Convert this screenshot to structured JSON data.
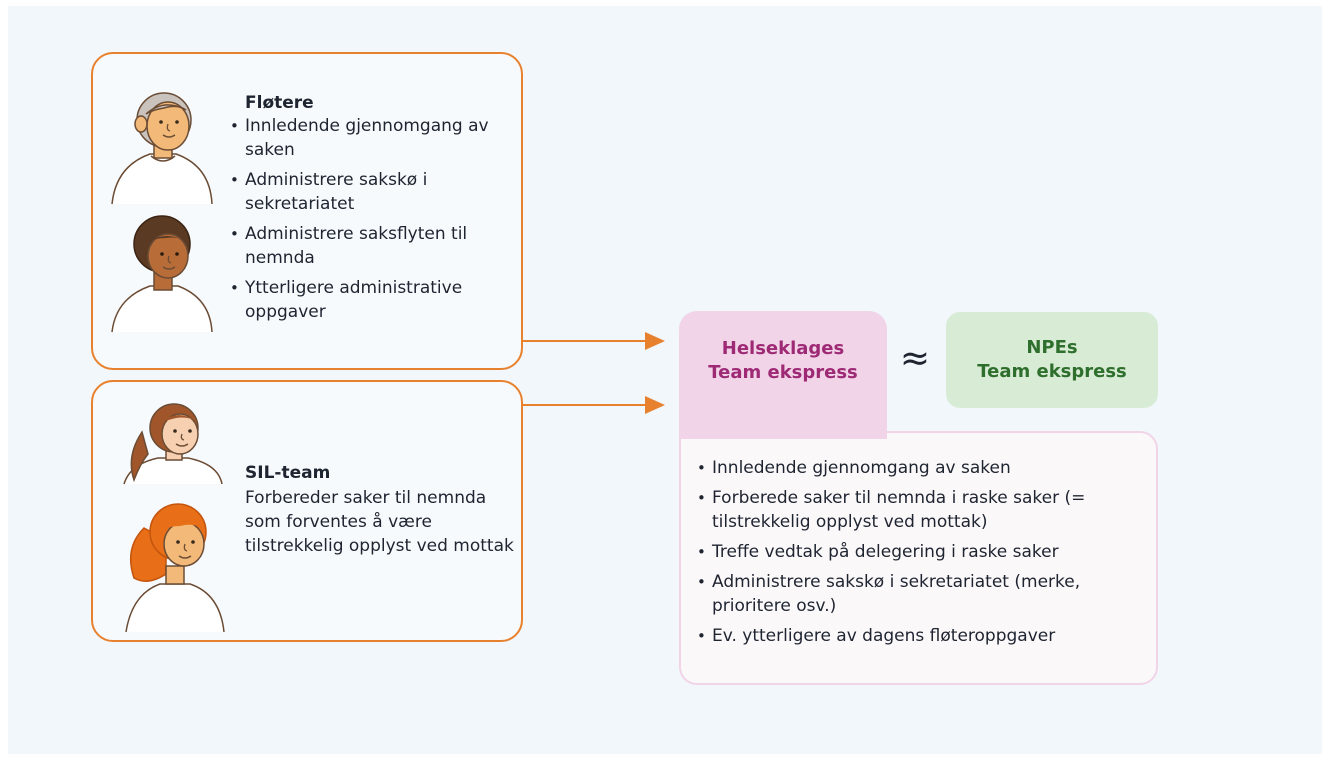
{
  "flotere": {
    "title": "Fløtere",
    "items": [
      "Innledende gjennomgang av saken",
      "Administrere sakskø i sekretariatet",
      "Administrere saksflyten til nemnda",
      "Ytterligere administrative oppgaver"
    ]
  },
  "sil": {
    "title": "SIL-team",
    "description": "Forbereder saker til nemnda som forventes å være tilstrekkelig opplyst ved mottak"
  },
  "helseklage": {
    "title_line1": "Helseklages",
    "title_line2": "Team ekspress",
    "items": [
      "Innledende gjennomgang av saken",
      "Forberede saker til nemnda i raske saker (= tilstrekkelig opplyst ved mottak)",
      "Treffe vedtak på delegering i raske saker",
      "Administrere sakskø i sekretariatet (merke, prioritere osv.)",
      "Ev. ytterligere av dagens fløteroppgaver"
    ]
  },
  "approx_symbol": "≈",
  "npe": {
    "title_line1": "NPEs",
    "title_line2": "Team ekspress"
  },
  "colors": {
    "border_orange": "#e8812e",
    "helseklage_fill": "#f1d4e8",
    "helseklage_text": "#9e2a76",
    "npe_fill": "#d8ebd4",
    "npe_text": "#2f6f2d"
  }
}
